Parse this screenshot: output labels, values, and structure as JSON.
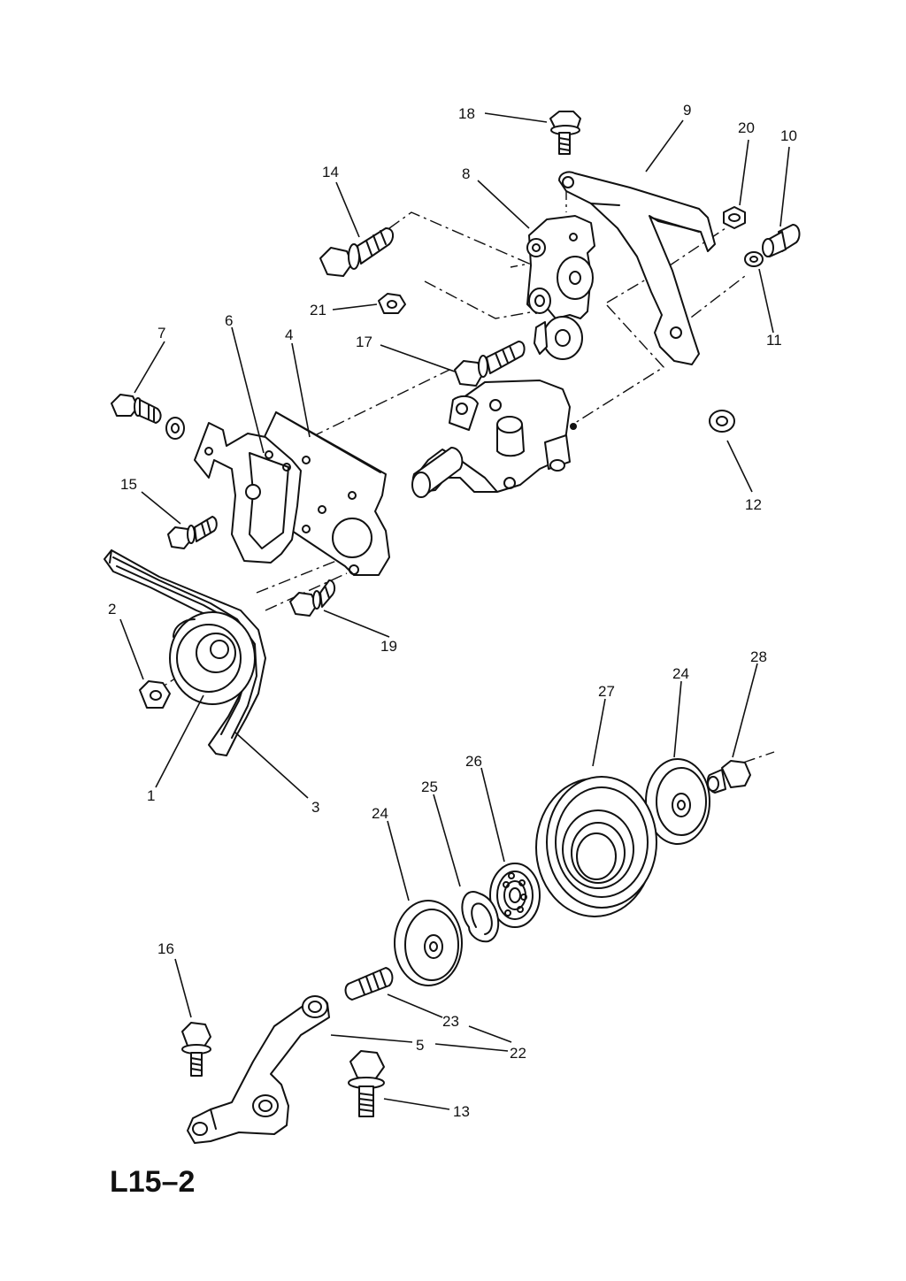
{
  "diagram": {
    "code": "L15–2",
    "callouts": [
      {
        "id": "18",
        "label": "18"
      },
      {
        "id": "9",
        "label": "9"
      },
      {
        "id": "20",
        "label": "20"
      },
      {
        "id": "10",
        "label": "10"
      },
      {
        "id": "14",
        "label": "14"
      },
      {
        "id": "8",
        "label": "8"
      },
      {
        "id": "21",
        "label": "21"
      },
      {
        "id": "17",
        "label": "17"
      },
      {
        "id": "11",
        "label": "11"
      },
      {
        "id": "7",
        "label": "7"
      },
      {
        "id": "6",
        "label": "6"
      },
      {
        "id": "4",
        "label": "4"
      },
      {
        "id": "15",
        "label": "15"
      },
      {
        "id": "12",
        "label": "12"
      },
      {
        "id": "2",
        "label": "2"
      },
      {
        "id": "19",
        "label": "19"
      },
      {
        "id": "28",
        "label": "28"
      },
      {
        "id": "24a",
        "label": "24"
      },
      {
        "id": "27",
        "label": "27"
      },
      {
        "id": "26",
        "label": "26"
      },
      {
        "id": "25",
        "label": "25"
      },
      {
        "id": "24b",
        "label": "24"
      },
      {
        "id": "1",
        "label": "1"
      },
      {
        "id": "3",
        "label": "3"
      },
      {
        "id": "16",
        "label": "16"
      },
      {
        "id": "23",
        "label": "23"
      },
      {
        "id": "5",
        "label": "5"
      },
      {
        "id": "22",
        "label": "22"
      },
      {
        "id": "13",
        "label": "13"
      }
    ]
  }
}
